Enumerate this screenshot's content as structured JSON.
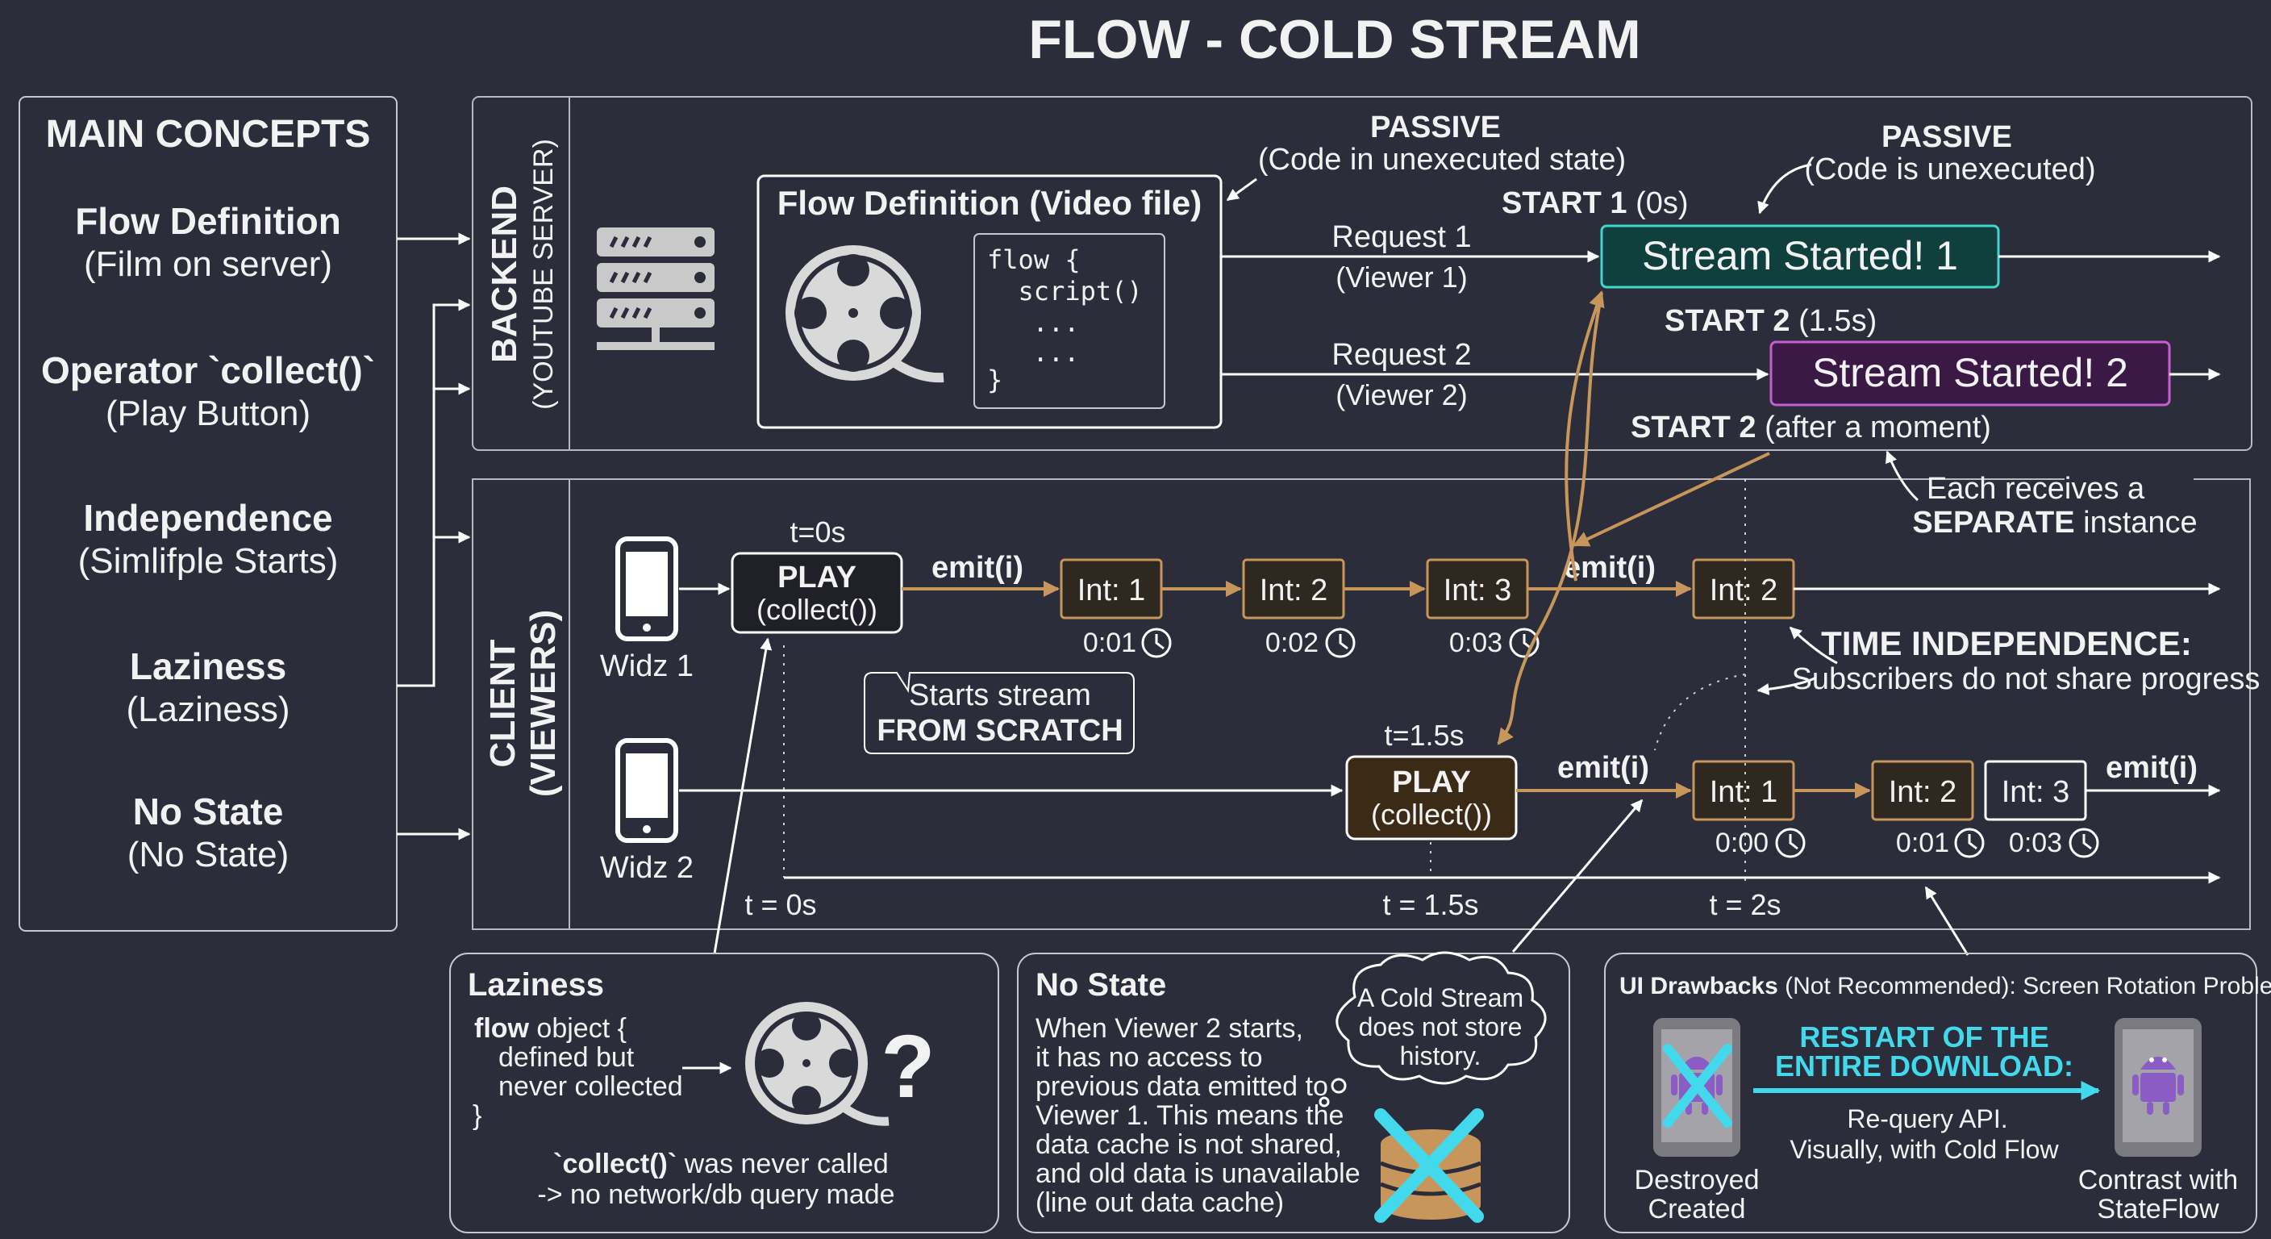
{
  "title": "FLOW - COLD STREAM",
  "concepts": {
    "heading": "MAIN CONCEPTS",
    "items": [
      {
        "name": "Flow Definition",
        "desc": "(Film on server)"
      },
      {
        "name": "Operator `collect()`",
        "desc": "(Play Button)"
      },
      {
        "name": "Independence",
        "desc": "(Simlifple Starts)"
      },
      {
        "name": "Laziness",
        "desc": "(Laziness)"
      },
      {
        "name": "No State",
        "desc": "(No State)"
      }
    ]
  },
  "backend": {
    "label": "BACKEND",
    "sublabel": "(YOUTUBE SERVER)",
    "flow_def_title": "Flow Definition (Video file)",
    "code": [
      "flow {",
      "  script()",
      "  ...",
      "  ...",
      "}"
    ],
    "passive1_title": "PASSIVE",
    "passive1_desc": "(Code in unexecuted state)",
    "passive2_title": "PASSIVE",
    "passive2_desc": "(Code is unexecuted)",
    "request1": "Request 1",
    "viewer1": "(Viewer 1)",
    "request2": "Request 2",
    "viewer2": "(Viewer 2)",
    "start1_bold": "START 1",
    "start1_rest": " (0s)",
    "start2_bold": "START 2",
    "start2_rest": " (1.5s)",
    "start2b_bold": "START 2",
    "start2b_rest": " (after a moment)",
    "stream1": "Stream Started! 1",
    "stream2": "Stream Started! 2"
  },
  "client": {
    "label1": "CLIENT",
    "label2": "(VIEWERS)",
    "widz1": "Widz 1",
    "widz2": "Widz 2",
    "t0": "t=0s",
    "t15": "t=1.5s",
    "play": "PLAY",
    "collect": "(collect())",
    "emit": "emit(i)",
    "row1": [
      {
        "label": "Int: 1",
        "time": "0:01"
      },
      {
        "label": "Int: 2",
        "time": "0:02"
      },
      {
        "label": "Int: 3",
        "time": "0:03"
      },
      {
        "label": "Int: 2",
        "time": ""
      }
    ],
    "row2": [
      {
        "label": "Int: 1",
        "time": "0:00"
      },
      {
        "label": "Int: 2",
        "time": "0:01"
      },
      {
        "label": "Int: 3",
        "time": "0:03"
      }
    ],
    "scratch1": "Starts stream",
    "scratch2": "FROM SCRATCH",
    "separate1": "Each receives a",
    "separate_bold": "SEPARATE",
    "separate_rest": " instance",
    "ti_title": "TIME INDEPENDENCE:",
    "ti_desc": "Subscribers do not share progress",
    "axis": {
      "t0": "t = 0s",
      "t15": "t = 1.5s",
      "t2": "t = 2s"
    }
  },
  "laziness": {
    "title": "Laziness",
    "code_bold": "flow",
    "code_rest": " object {",
    "code2": "defined but",
    "code3": "never collected",
    "code4": "}",
    "q": "?",
    "note_bold": "`collect()`",
    "note_rest": " was never called",
    "note2": "-> no network/db query made"
  },
  "nostate": {
    "title": "No State",
    "lines": [
      "When Viewer 2 starts,",
      "it has no access to",
      "previous data emitted to",
      "Viewer 1. This means the",
      "data cache is not shared,",
      "and old data is unavailable",
      "(line out data cache)"
    ],
    "cloud": [
      "A Cold Stream",
      "does not store",
      "history."
    ]
  },
  "drawbacks": {
    "title_bold": "UI Drawbacks",
    "title_rest": " (Not Recommended): Screen Rotation Problem",
    "restart1": "RESTART OF THE",
    "restart2": "ENTIRE DOWNLOAD:",
    "requery": "Re-query API.",
    "visually": "Visually, with Cold Flow",
    "left1": "Destroyed",
    "left2": "Created",
    "right1": "Contrast with",
    "right2": "StateFlow"
  },
  "colors": {
    "bg": "#2b2d3a",
    "panel_border": "#c8c8cc",
    "accent_orange": "#c8965a",
    "stream1_border": "#3fd6cc",
    "stream2_border": "#c45fd0",
    "cyan": "#43d9ec",
    "android": "#8a5cc4"
  }
}
